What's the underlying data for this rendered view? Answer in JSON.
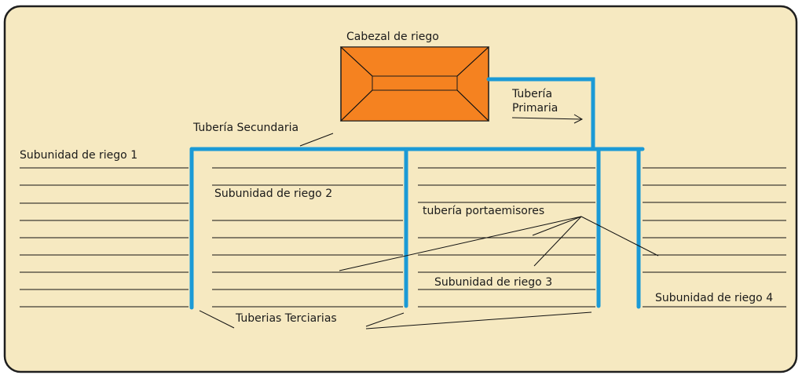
{
  "labels": {
    "cabezal": "Cabezal de riego",
    "primaria_line1": "Tubería",
    "primaria_line2": "Primaria",
    "secundaria": "Tubería Secundaria",
    "sub1": "Subunidad de riego 1",
    "sub2": "Subunidad de riego 2",
    "portaemisores": "tubería portaemisores",
    "sub3": "Subunidad de riego 3",
    "sub4": "Subunidad de riego 4",
    "terciarias": "Tuberias Terciarias"
  },
  "colors": {
    "background_panel": "#f6e9c1",
    "pipe": "#1b9ad6",
    "header_box": "#f58220",
    "lines": "#111111"
  }
}
